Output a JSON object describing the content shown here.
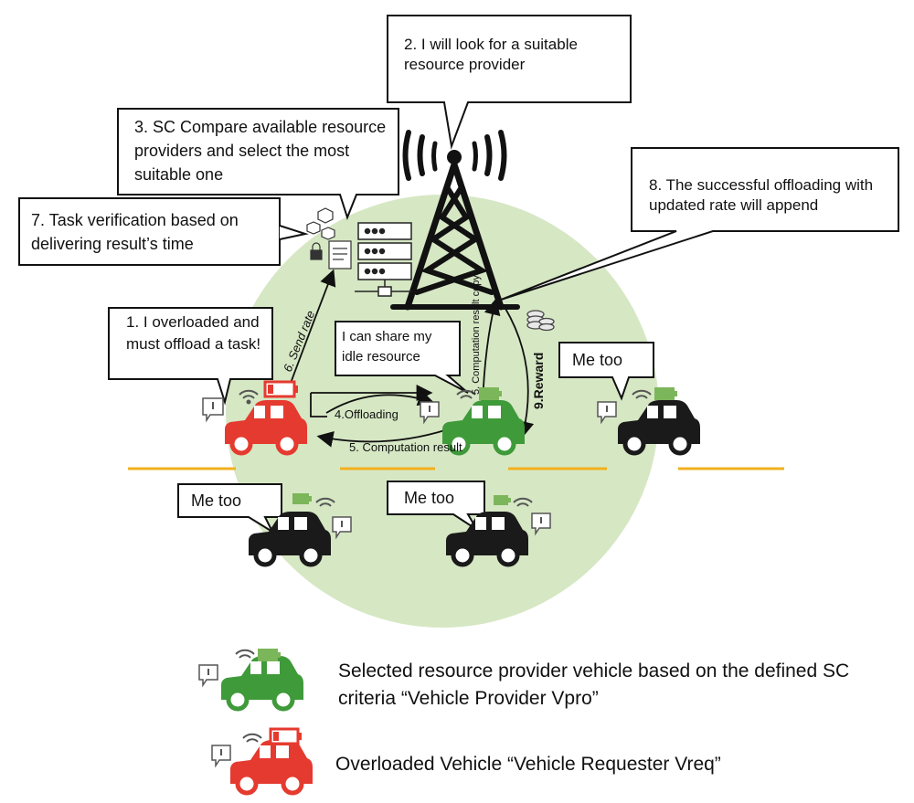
{
  "callouts": {
    "step1": "1. I overloaded and must offload a task!",
    "step2": "2. I will look for a suitable resource provider",
    "step3": "3. SC Compare available resource providers and select the most suitable one",
    "step7": "7.  Task verification based on delivering result’s time",
    "step8": "8. The successful offloading with updated rate  will append",
    "share": "I can share my idle resource",
    "me_too": "Me too"
  },
  "arrows": {
    "send_rate": "6. Send rate",
    "offloading": "4.Offloading",
    "computation_result": "5. Computation result",
    "computation_result_copy": "5. Computation result copy",
    "reward": "9.Reward"
  },
  "legend": {
    "provider": "Selected resource provider vehicle based on the defined SC criteria “Vehicle Provider Vpro”",
    "requester": "Overloaded Vehicle “Vehicle Requester Vreq”"
  },
  "colors": {
    "coverage": "#d6e7c4",
    "requester_car": "#e53a2f",
    "provider_car": "#3f9a3a",
    "idle_car": "#1a1a1a",
    "road_line": "#f2b01e",
    "battery_full": "#7cb65a",
    "battery_low": "#e53a2f"
  },
  "icons": [
    "tower-icon",
    "server-icon",
    "smart-contract-icon",
    "coins-icon",
    "wifi-icon",
    "battery-icon",
    "alert-bubble-icon",
    "car-icon"
  ]
}
